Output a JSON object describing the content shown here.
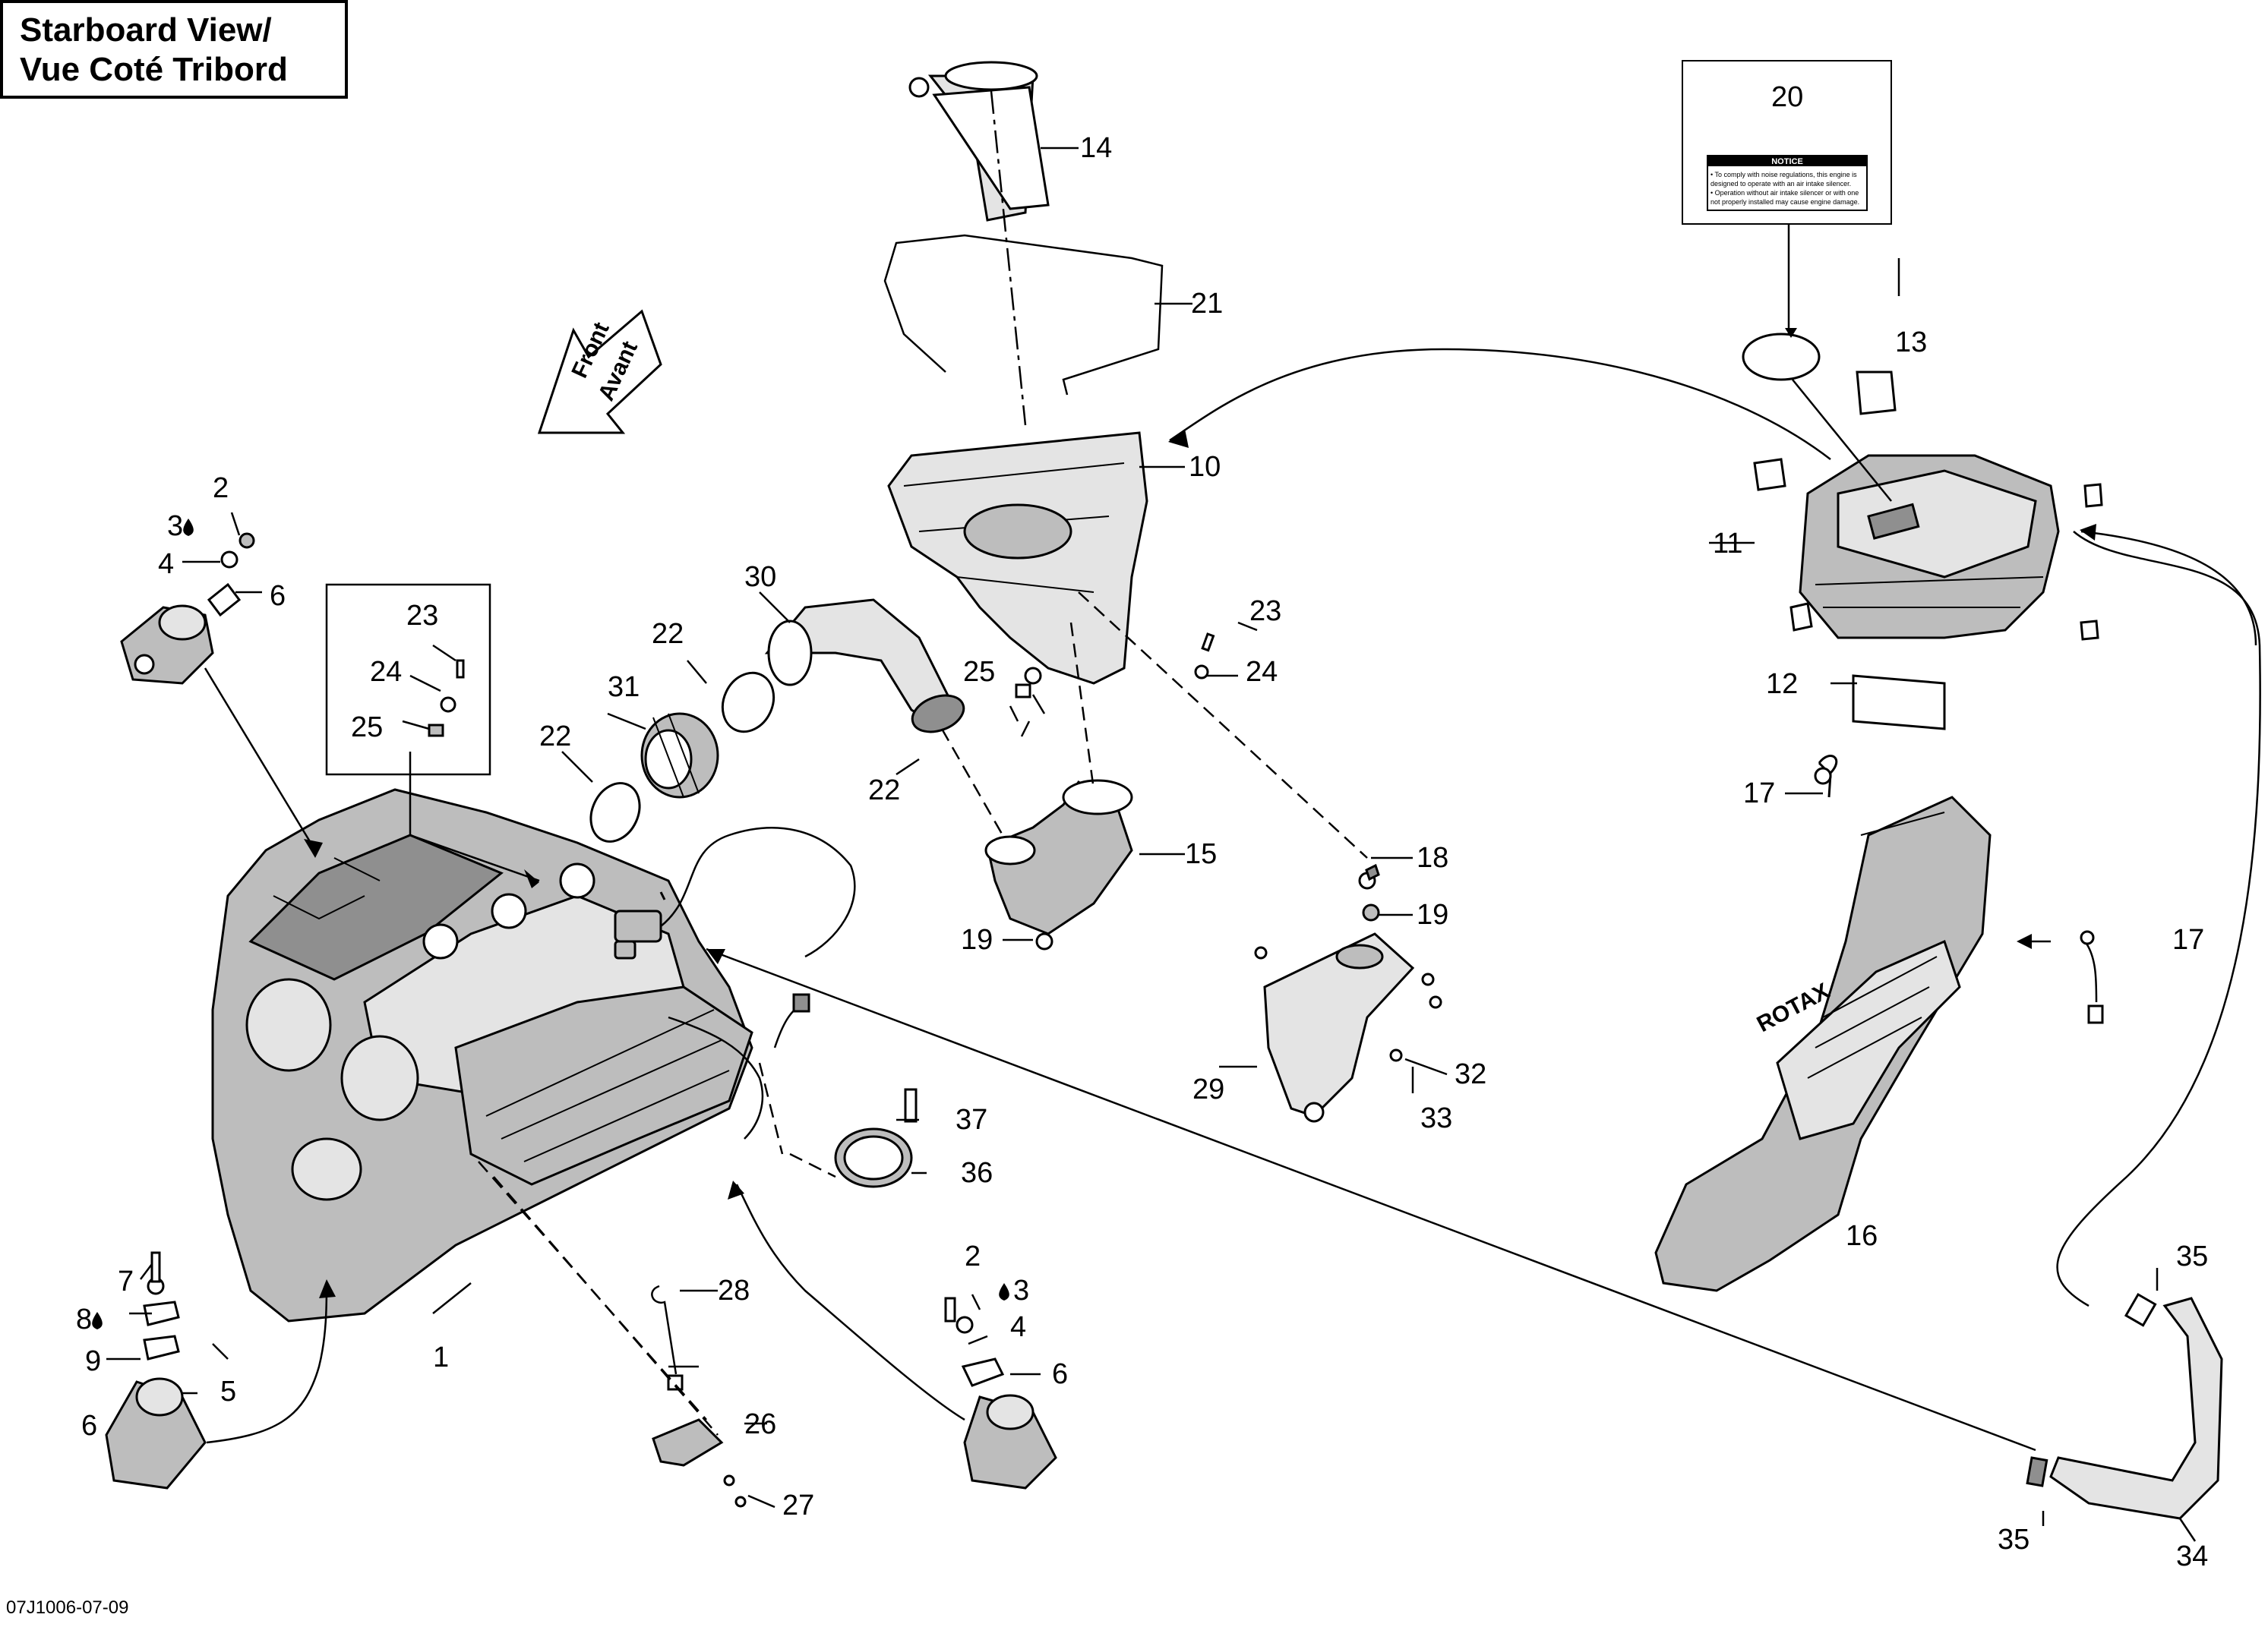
{
  "title": {
    "line1": "Starboard View/",
    "line2": "Vue Coté Tribord"
  },
  "footer_code": "07J1006-07-09",
  "front_arrow": {
    "line1": "Front",
    "line2": "Avant"
  },
  "callouts": {
    "c1": "1",
    "c2a": "2",
    "c2b": "2",
    "c3a": "3",
    "c3b": "3",
    "c4a": "4",
    "c4b": "4",
    "c5": "5",
    "c6a": "6",
    "c6b": "6",
    "c6c": "6",
    "c7": "7",
    "c8": "8",
    "c9": "9",
    "c10": "10",
    "c11": "11",
    "c12": "12",
    "c13": "13",
    "c14": "14",
    "c15": "15",
    "c16": "16",
    "c17a": "17",
    "c17b": "17",
    "c18": "18",
    "c19a": "19",
    "c19b": "19",
    "c20": "20",
    "c21": "21",
    "c22a": "22",
    "c22b": "22",
    "c22c": "22",
    "c23a": "23",
    "c23b": "23",
    "c24a": "24",
    "c24b": "24",
    "c25a": "25",
    "c25b": "25",
    "c26": "26",
    "c27": "27",
    "c28": "28",
    "c29": "29",
    "c30": "30",
    "c31": "31",
    "c32": "32",
    "c33": "33",
    "c34": "34",
    "c35a": "35",
    "c35b": "35",
    "c36": "36",
    "c37": "37"
  },
  "notice_label": {
    "heading": "NOTICE",
    "text1": "• To comply with noise regulations, this engine is",
    "text2": "  designed to operate with an air intake silencer.",
    "text3": "• Operation without air intake silencer or with one",
    "text4": "  not properly installed may cause engine damage."
  },
  "silencer_brand": "ROTAX",
  "colors": {
    "line": "#000000",
    "part_fill": "#bdbdbd",
    "background": "#ffffff"
  }
}
